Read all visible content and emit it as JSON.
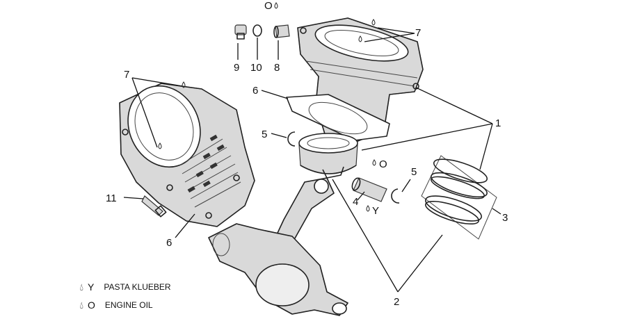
{
  "callouts": {
    "c1": "1",
    "c2": "2",
    "c3": "3",
    "c4": "4",
    "c5a": "5",
    "c5b": "5",
    "c6a": "6",
    "c6b": "6",
    "c7a": "7",
    "c7b": "7",
    "c8": "8",
    "c9": "9",
    "c10": "10",
    "c11": "11"
  },
  "symbols": {
    "top_o": "O",
    "piston_o": "O",
    "pin_y": "Y"
  },
  "legend": [
    {
      "symbol": "Y",
      "label": "PASTA KLUEBER"
    },
    {
      "symbol": "O",
      "label": "ENGINE OIL"
    }
  ]
}
